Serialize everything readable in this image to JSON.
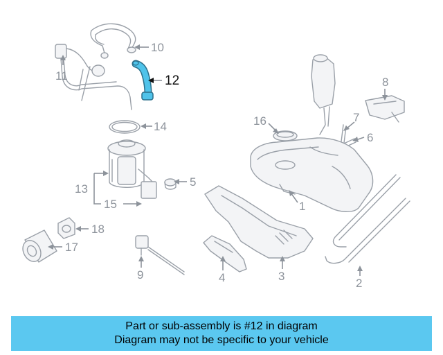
{
  "diagram": {
    "callouts": [
      {
        "id": "10",
        "label": "10"
      },
      {
        "id": "11",
        "label": "11"
      },
      {
        "id": "12",
        "label": "12"
      },
      {
        "id": "14",
        "label": "14"
      },
      {
        "id": "13",
        "label": "13"
      },
      {
        "id": "15",
        "label": "15"
      },
      {
        "id": "5",
        "label": "5"
      },
      {
        "id": "16",
        "label": "16"
      },
      {
        "id": "7",
        "label": "7"
      },
      {
        "id": "8",
        "label": "8"
      },
      {
        "id": "6",
        "label": "6"
      },
      {
        "id": "1",
        "label": "1"
      },
      {
        "id": "18",
        "label": "18"
      },
      {
        "id": "17",
        "label": "17"
      },
      {
        "id": "9",
        "label": "9"
      },
      {
        "id": "4",
        "label": "4"
      },
      {
        "id": "3",
        "label": "3"
      },
      {
        "id": "2",
        "label": "2"
      }
    ],
    "highlighted_part": "12",
    "highlight_color": "#4fc3ea"
  },
  "banner": {
    "line1": "Part or sub-assembly is #12 in diagram",
    "line2": "Diagram may not be specific to your vehicle",
    "color": "#5bc8f0"
  }
}
